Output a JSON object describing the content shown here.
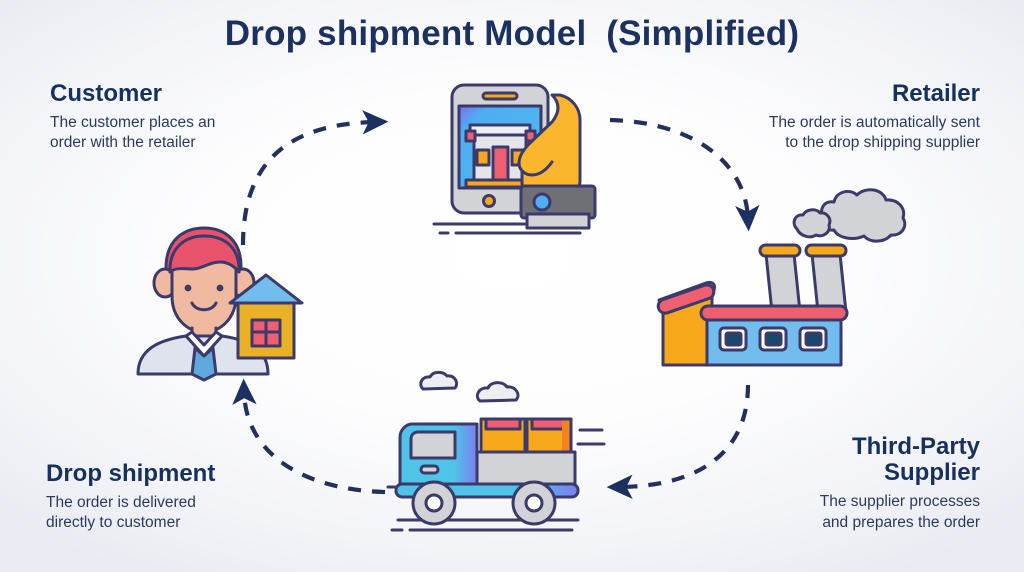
{
  "title": "Drop shipment Model  (Simplified)",
  "theme": {
    "navy": "#1c3160",
    "outline": "#3b3a6b",
    "yellow": "#f7a81b",
    "orange": "#f58220",
    "pink": "#ef5f72",
    "blue": "#4eaef0",
    "cyan": "#4fc3e8",
    "grey": "#d2d3d6",
    "skin": "#f0b9a0",
    "hair": "#e8536b",
    "shirt": "#dfe3ee",
    "background_center": "#ffffff",
    "background_edge": "#e9ebf2"
  },
  "nodes": [
    {
      "id": "customer",
      "heading": "Customer",
      "body": "The customer places an\norder with the retailer",
      "icon": "customer-house-icon"
    },
    {
      "id": "retailer",
      "heading": "Retailer",
      "body": "The order is automatically sent\nto the drop shipping supplier",
      "icon": "smartphone-order-icon"
    },
    {
      "id": "supplier",
      "heading": "Third-Party\nSupplier",
      "body": "The supplier processes\nand prepares the order",
      "icon": "factory-icon"
    },
    {
      "id": "dropshipment",
      "heading": "Drop shipment",
      "body": "The order is delivered\ndirectly to customer",
      "icon": "delivery-truck-icon"
    }
  ],
  "arrows": [
    {
      "id": "customer-to-retailer",
      "from": "customer",
      "to": "retailer",
      "direction": "right",
      "style": "dashed"
    },
    {
      "id": "retailer-to-supplier",
      "from": "retailer",
      "to": "supplier",
      "direction": "down",
      "style": "dashed"
    },
    {
      "id": "supplier-to-dropshipment",
      "from": "supplier",
      "to": "dropshipment",
      "direction": "left",
      "style": "dashed"
    },
    {
      "id": "dropshipment-to-customer",
      "from": "dropshipment",
      "to": "customer",
      "direction": "up",
      "style": "dashed"
    }
  ]
}
